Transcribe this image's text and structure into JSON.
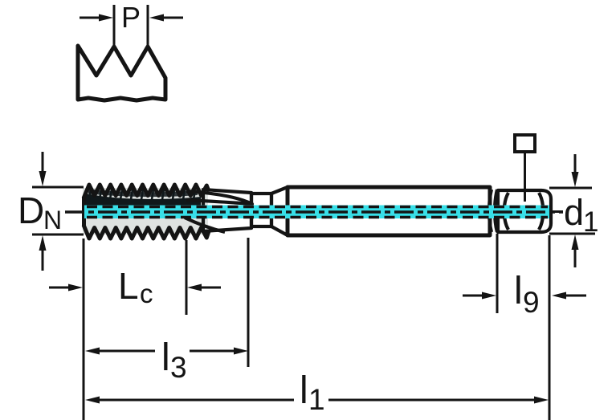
{
  "figure": {
    "type": "technical-drawing",
    "subject": "machine-tap-dimension-drawing",
    "colors": {
      "background": "#ffffff",
      "line": "#141414",
      "body_fill": "#dfe3e1",
      "thread_dark": "#10181b",
      "centerline": "#38dfe8",
      "symbol_fill": "#ffffff"
    },
    "labels": {
      "pitch": {
        "main": "P"
      },
      "dn": {
        "main": "D",
        "sub": "N"
      },
      "d1": {
        "main": "d",
        "sub": "1"
      },
      "lc": {
        "main": "L",
        "sub": "c"
      },
      "l3": {
        "main": "l",
        "sub": "3"
      },
      "l9": {
        "main": "l",
        "sub": "9"
      },
      "l1": {
        "main": "l",
        "sub": "1"
      }
    }
  }
}
